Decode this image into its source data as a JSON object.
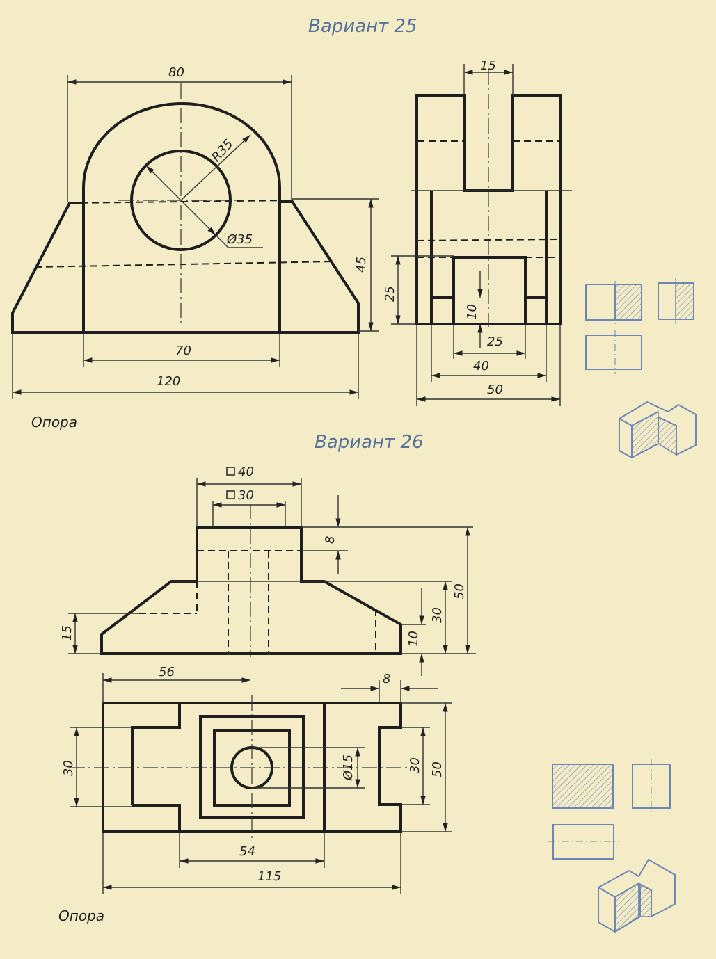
{
  "variant25": {
    "title": "Вариант 25",
    "caption": "Опора",
    "dims": {
      "width_80": "80",
      "radius": "R35",
      "diameter": "Ø35",
      "height_45": "45",
      "width_70": "70",
      "width_120": "120",
      "slot_15": "15",
      "height_25": "25",
      "height_10": "10",
      "width_25": "25",
      "width_40": "40",
      "width_50": "50"
    }
  },
  "variant26": {
    "title": "Вариант 26",
    "caption": "Опора",
    "dims": {
      "square_40": "40",
      "square_30": "30",
      "height_8": "8",
      "height_50": "50",
      "height_30": "30",
      "height_10": "10",
      "height_15": "15",
      "width_56": "56",
      "width_8": "8",
      "diameter": "Ø15",
      "height_30_plan": "30",
      "height_50_plan": "50",
      "left_30": "30",
      "width_54": "54",
      "width_115": "115"
    }
  },
  "colors": {
    "paper": "#f3ecc6",
    "ink": "#1e1e1e",
    "hint_blue": "#6e86b4"
  }
}
